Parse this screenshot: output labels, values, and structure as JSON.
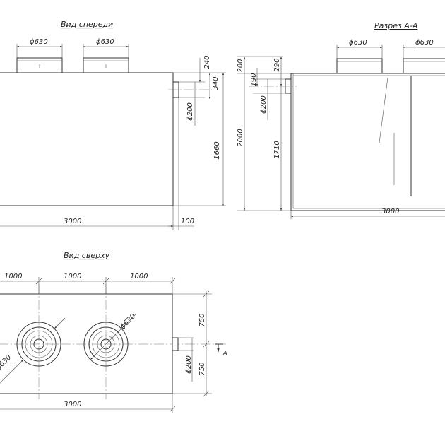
{
  "titles": {
    "front": "Вид спереди",
    "section": "Разрез А-А",
    "top": "Вид сверху"
  },
  "front_view": {
    "neck_dia_left": "ϕ630",
    "neck_dia_right": "ϕ630",
    "dim_240": "240",
    "dim_340": "340",
    "pipe_dia": "ϕ200",
    "height": "1660",
    "length": "3000",
    "offset": "100"
  },
  "section_view": {
    "neck_dia_left": "ϕ630",
    "neck_dia_right": "ϕ630",
    "dim_200": "200",
    "dim_190": "190",
    "dim_290": "290",
    "pipe_dia": "ϕ200",
    "total_height": "2000",
    "inner_height": "1710",
    "length": "3000"
  },
  "top_view": {
    "span_1": "1000",
    "span_2": "1000",
    "span_3": "1000",
    "half_width_upper": "750",
    "half_width_lower": "750",
    "pipe_dia": "ϕ200",
    "neck_dia_right": "ϕ630",
    "neck_dia_left": "ϕ630",
    "length": "3000",
    "section_mark": "A"
  }
}
